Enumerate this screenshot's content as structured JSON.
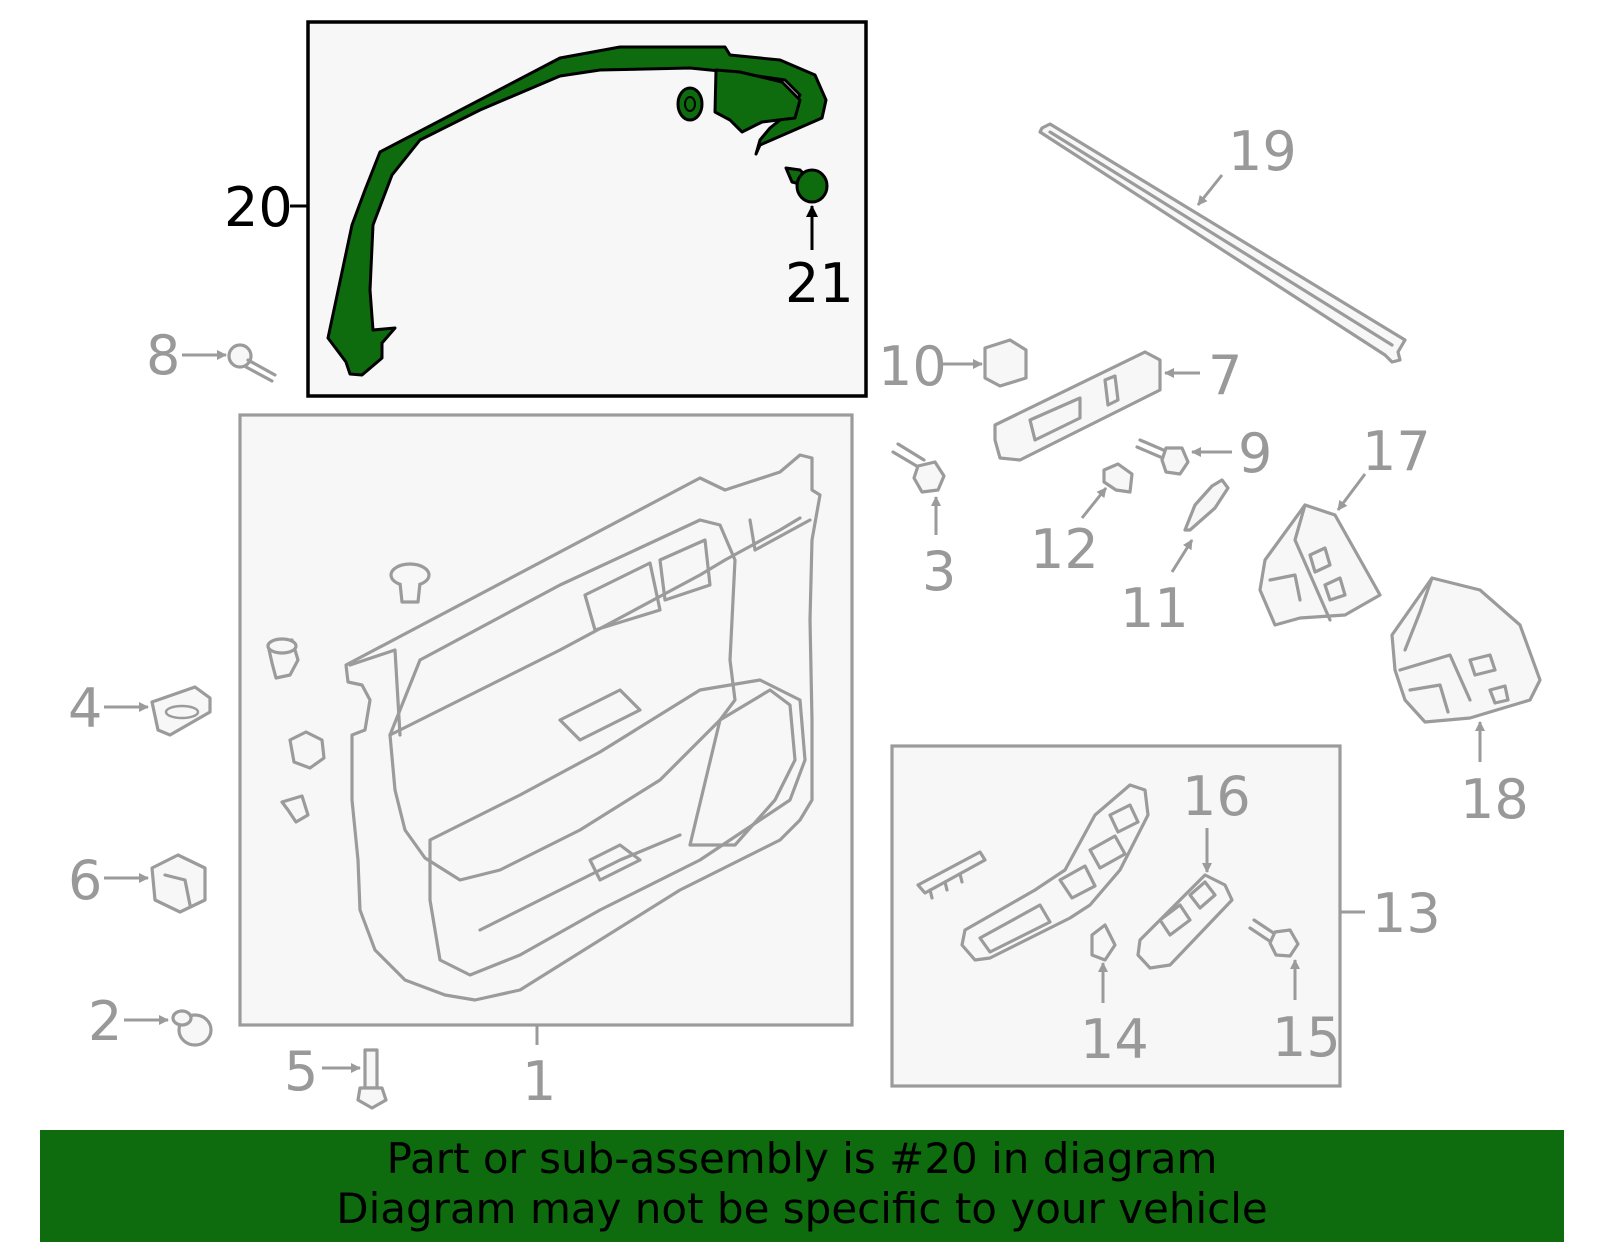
{
  "callouts": {
    "n1": "1",
    "n2": "2",
    "n3": "3",
    "n4": "4",
    "n5": "5",
    "n6": "6",
    "n7": "7",
    "n8": "8",
    "n9": "9",
    "n10": "10",
    "n11": "11",
    "n12": "12",
    "n13": "13",
    "n14": "14",
    "n15": "15",
    "n16": "16",
    "n17": "17",
    "n18": "18",
    "n19": "19",
    "n20": "20",
    "n21": "21"
  },
  "highlight": {
    "part": "20",
    "color": "#0e6b0e"
  },
  "banner": {
    "line1": "Part or sub-assembly is #20 in diagram",
    "line2": "Diagram may not be specific to your vehicle"
  }
}
